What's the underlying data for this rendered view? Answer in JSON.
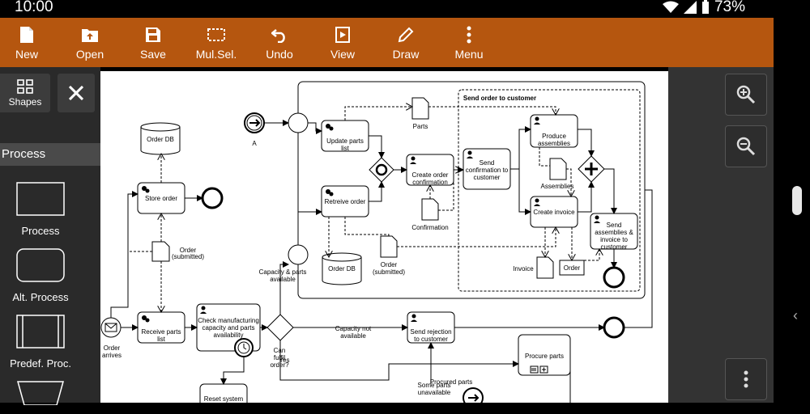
{
  "status": {
    "time": "10:00",
    "battery": "73%"
  },
  "toolbar": [
    {
      "label": "New",
      "icon": "file-icon"
    },
    {
      "label": "Open",
      "icon": "open-icon"
    },
    {
      "label": "Save",
      "icon": "save-icon"
    },
    {
      "label": "Mul.Sel.",
      "icon": "multi-select-icon"
    },
    {
      "label": "Undo",
      "icon": "undo-icon"
    },
    {
      "label": "View",
      "icon": "view-icon"
    },
    {
      "label": "Draw",
      "icon": "pencil-icon"
    },
    {
      "label": "Menu",
      "icon": "menu-dots-icon"
    }
  ],
  "sidebar": {
    "shapes_label": "Shapes",
    "section_title": "Process",
    "items": [
      "Process",
      "Alt. Process",
      "Predef. Proc."
    ]
  },
  "diagram": {
    "order_db_top": "Order DB",
    "store_order": "Store order",
    "order_submitted_1": [
      "Order",
      "(submitted)"
    ],
    "order_arrives": [
      "Order",
      "arrives"
    ],
    "receive_parts_list": [
      "Receive parts",
      "list"
    ],
    "check_manufacturing": [
      "Check manufacturing",
      "capacity and parts",
      "availability"
    ],
    "reset_system": "Reset system",
    "event_a": "A",
    "update_parts_list": [
      "Update parts",
      "list"
    ],
    "retreive_order": "Retreive order",
    "order_db_bottom": "Order DB",
    "order_submitted_2": [
      "Order",
      "(submitted)"
    ],
    "parts": "Parts",
    "confirmation": "Confirmation",
    "create_order_confirmation": [
      "Create order",
      "confirmation"
    ],
    "send_order_group": "Send order to customer",
    "send_confirmation": [
      "Send",
      "confirmation to",
      "customer"
    ],
    "produce_assemblies": [
      "Produce",
      "assemblies"
    ],
    "assemblies": "Assemblies",
    "create_invoice": "Create invoice",
    "send_assemblies": [
      "Send",
      "assemblies &",
      "invoice to",
      "customer"
    ],
    "invoice": "Invoice",
    "order": "Order",
    "capacity_parts_available": [
      "Capacity & parts",
      "available"
    ],
    "capacity_not_available": [
      "Capacity not",
      "available"
    ],
    "send_rejection": [
      "Send rejection",
      "to customer"
    ],
    "can_fulfill": [
      "Can",
      "fulfil",
      "order?"
    ],
    "yes": "Yes",
    "procure_parts": "Procure parts",
    "procured_parts": "Procured parts",
    "some_parts_unavailable": [
      "Some parts",
      "unavailable"
    ]
  }
}
